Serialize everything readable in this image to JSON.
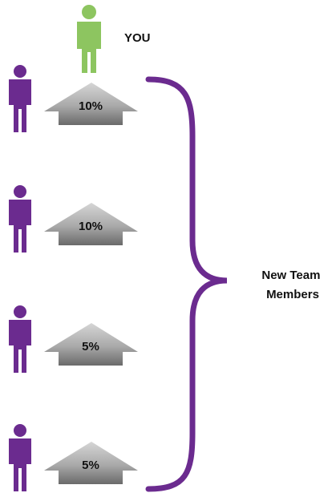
{
  "you_label": "YOU",
  "group_label_lines": [
    "New Team",
    "Members"
  ],
  "members": [
    {
      "percent": "10%"
    },
    {
      "percent": "10%"
    },
    {
      "percent": "5%"
    },
    {
      "percent": "5%"
    }
  ],
  "colors": {
    "you": "#8dc560",
    "member": "#6b2b8f",
    "brace": "#6b2b8f",
    "arrow_top": "#d4d4d4",
    "arrow_bottom": "#6e6e6e"
  },
  "icons": {
    "you": "person-icon",
    "member": "person-icon",
    "arrow": "up-arrow-icon",
    "brace": "right-curly-brace"
  }
}
